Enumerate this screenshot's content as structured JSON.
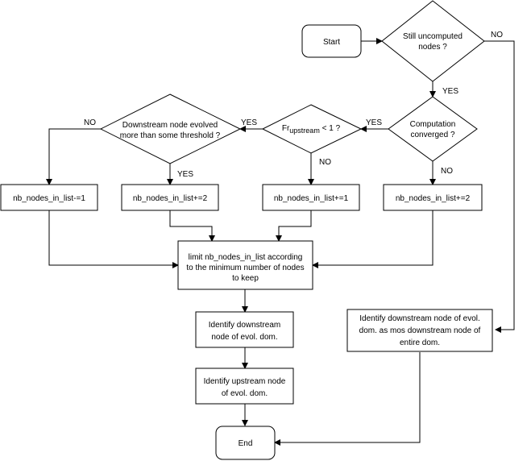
{
  "nodes": {
    "start": "Start",
    "still_uncomputed_1": "Still uncomputed",
    "still_uncomputed_2": "nodes ?",
    "computation_converged_1": "Computation",
    "computation_converged_2": "converged ?",
    "fr_main": "Fr",
    "fr_sub": "upstream",
    "fr_rest": " < 1 ?",
    "downstream_evolved_1": "Downstream node evolved",
    "downstream_evolved_2": "more than some threshold ?",
    "nb_minus_1": "nb_nodes_in_list-=1",
    "nb_plus_2_left": "nb_nodes_in_list+=2",
    "nb_plus_1": "nb_nodes_in_list+=1",
    "nb_plus_2_right": "nb_nodes_in_list+=2",
    "limit_1": "limit nb_nodes_in_list according",
    "limit_2": "to the minimum number of nodes",
    "limit_3": "to keep",
    "identify_downstream_1": "Identify downstream",
    "identify_downstream_2": "node of evol. dom.",
    "identify_upstream_1": "Identify upstream node",
    "identify_upstream_2": "of evol. dom.",
    "identify_entire_1": "Identify downstream node of evol.",
    "identify_entire_2": "dom. as mos downstream node of",
    "identify_entire_3": "entire dom.",
    "end": "End"
  },
  "edge_labels": {
    "still_no": "NO",
    "still_yes": "YES",
    "converged_yes": "YES",
    "converged_no": "NO",
    "fr_yes": "YES",
    "fr_no": "NO",
    "downstream_no": "NO",
    "downstream_yes": "YES"
  }
}
